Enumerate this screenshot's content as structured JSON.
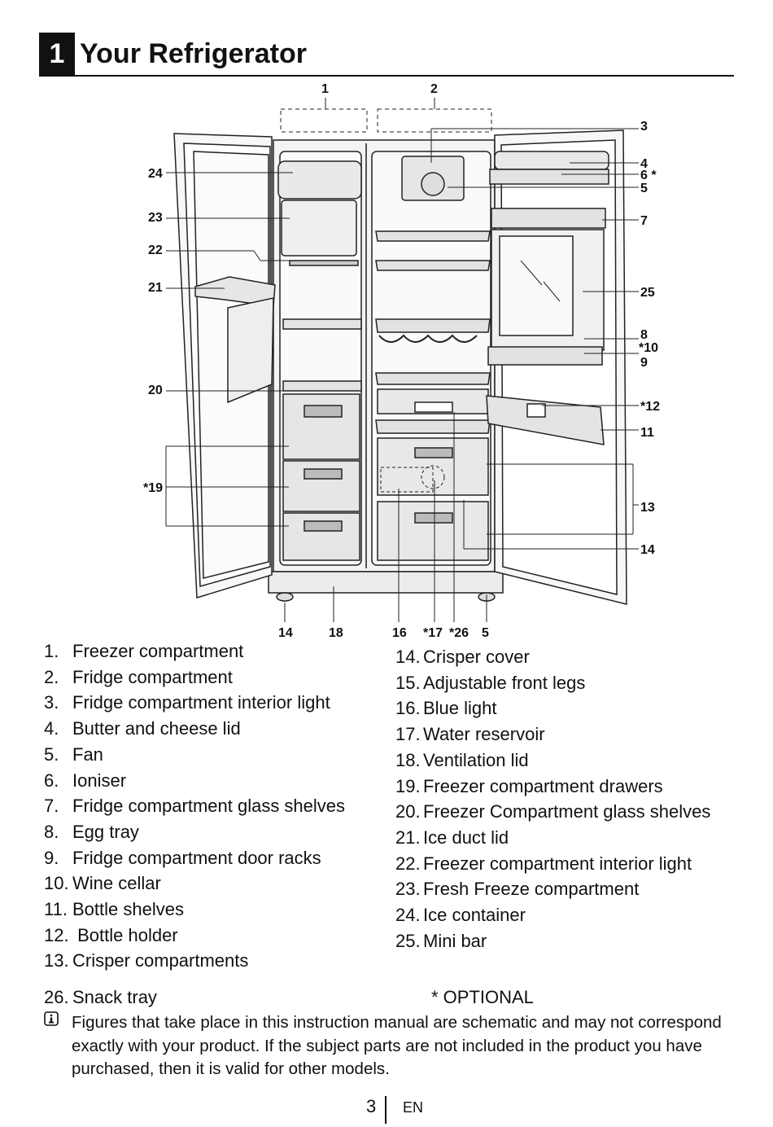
{
  "header": {
    "number": "1",
    "title": "Your Refrigerator"
  },
  "diagram": {
    "callouts": {
      "c1": "1",
      "c2": "2",
      "c3": "3",
      "c4": "4",
      "c6": "6 *",
      "c5": "5",
      "c7": "7",
      "c25": "25",
      "c8": "8",
      "c10": "*10",
      "c9": "9",
      "c12": "*12",
      "c11": "11",
      "c13": "13",
      "c14r": "14",
      "c24": "24",
      "c23": "23",
      "c22": "22",
      "c21": "21",
      "c20": "20",
      "c19": "*19",
      "b14": "14",
      "b18": "18",
      "b16": "16",
      "b17": "*17",
      "b26": "*26",
      "b5": "5"
    }
  },
  "parts_left": [
    {
      "num": "1.",
      "label": "Freezer compartment"
    },
    {
      "num": "2.",
      "label": "Fridge compartment"
    },
    {
      "num": "3.",
      "label": "Fridge compartment interior light"
    },
    {
      "num": "4.",
      "label": "Butter and cheese lid"
    },
    {
      "num": "5.",
      "label": "Fan"
    },
    {
      "num": "6.",
      "label": "Ioniser"
    },
    {
      "num": "7.",
      "label": "Fridge compartment glass shelves"
    },
    {
      "num": "8.",
      "label": "Egg tray"
    },
    {
      "num": "9.",
      "label": "Fridge compartment door racks"
    },
    {
      "num": "10.",
      "label": "Wine cellar"
    },
    {
      "num": "11.",
      "label": "Bottle shelves"
    },
    {
      "num": "12.",
      "label": " Bottle holder"
    },
    {
      "num": "13.",
      "label": "Crisper compartments"
    }
  ],
  "parts_right": [
    {
      "num": "14.",
      "label": "Crisper cover"
    },
    {
      "num": "15.",
      "label": "Adjustable front legs"
    },
    {
      "num": "16.",
      "label": "Blue light"
    },
    {
      "num": "17.",
      "label": "Water reservoir"
    },
    {
      "num": "18.",
      "label": "Ventilation lid"
    },
    {
      "num": "19.",
      "label": "Freezer compartment drawers"
    },
    {
      "num": "20.",
      "label": "Freezer Compartment glass shelves"
    },
    {
      "num": "21.",
      "label": "Ice duct lid"
    },
    {
      "num": "22.",
      "label": "Freezer compartment interior light"
    },
    {
      "num": "23.",
      "label": "Fresh Freeze compartment"
    },
    {
      "num": "24.",
      "label": "Ice container"
    },
    {
      "num": "25.",
      "label": "Mini bar"
    }
  ],
  "part26": {
    "num": "26.",
    "label": "Snack tray"
  },
  "optional_note": "* OPTIONAL",
  "info_icon": "info-icon",
  "note": "Figures that take place in this instruction manual are schematic and may not correspond exactly with your product. If the subject parts are not included in the product you have purchased, then it is valid for other models.",
  "footer": {
    "page": "3",
    "lang": "EN"
  }
}
